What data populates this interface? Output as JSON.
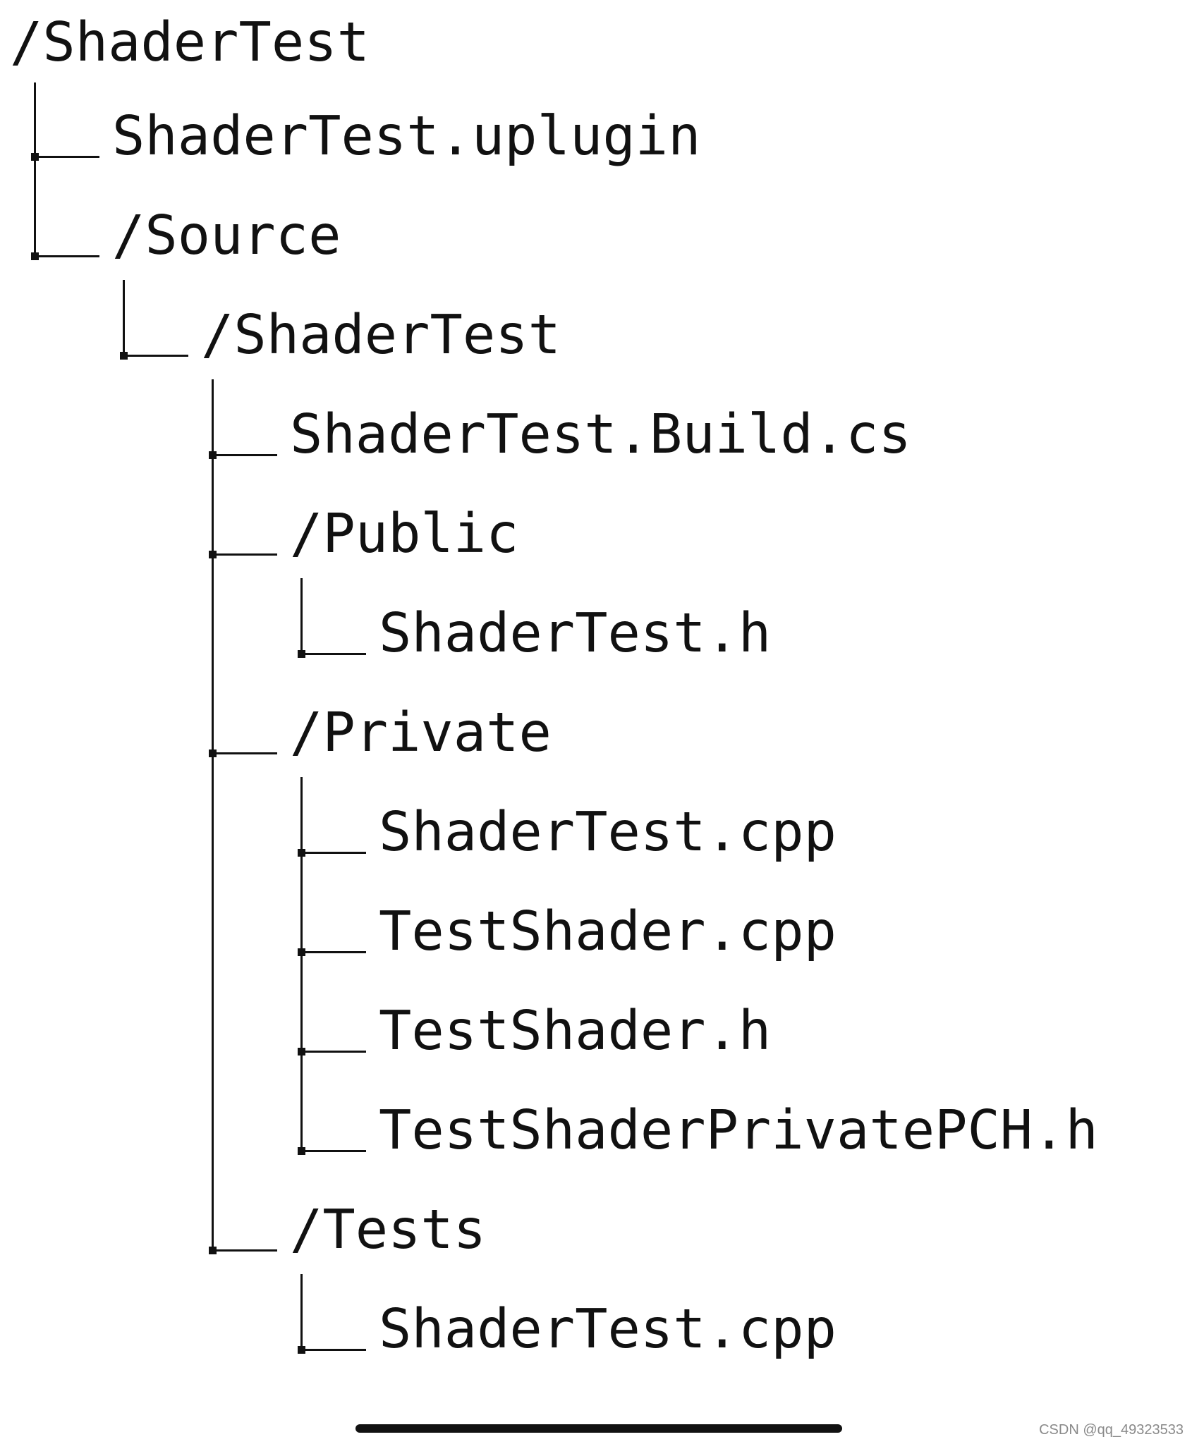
{
  "tree": {
    "root": "/ShaderTest",
    "nodes": [
      {
        "label": "ShaderTest.uplugin",
        "depth": 1,
        "type": "file"
      },
      {
        "label": "/Source",
        "depth": 1,
        "type": "folder"
      },
      {
        "label": "/ShaderTest",
        "depth": 2,
        "type": "folder"
      },
      {
        "label": "ShaderTest.Build.cs",
        "depth": 3,
        "type": "file"
      },
      {
        "label": "/Public",
        "depth": 3,
        "type": "folder"
      },
      {
        "label": "ShaderTest.h",
        "depth": 4,
        "type": "file"
      },
      {
        "label": "/Private",
        "depth": 3,
        "type": "folder"
      },
      {
        "label": "ShaderTest.cpp",
        "depth": 4,
        "type": "file"
      },
      {
        "label": "TestShader.cpp",
        "depth": 4,
        "type": "file"
      },
      {
        "label": "TestShader.h",
        "depth": 4,
        "type": "file"
      },
      {
        "label": "TestShaderPrivatePCH.h",
        "depth": 4,
        "type": "file"
      },
      {
        "label": "/Tests",
        "depth": 3,
        "type": "folder"
      },
      {
        "label": "ShaderTest.cpp",
        "depth": 4,
        "type": "file"
      }
    ]
  },
  "watermark": "CSDN @qq_49323533"
}
